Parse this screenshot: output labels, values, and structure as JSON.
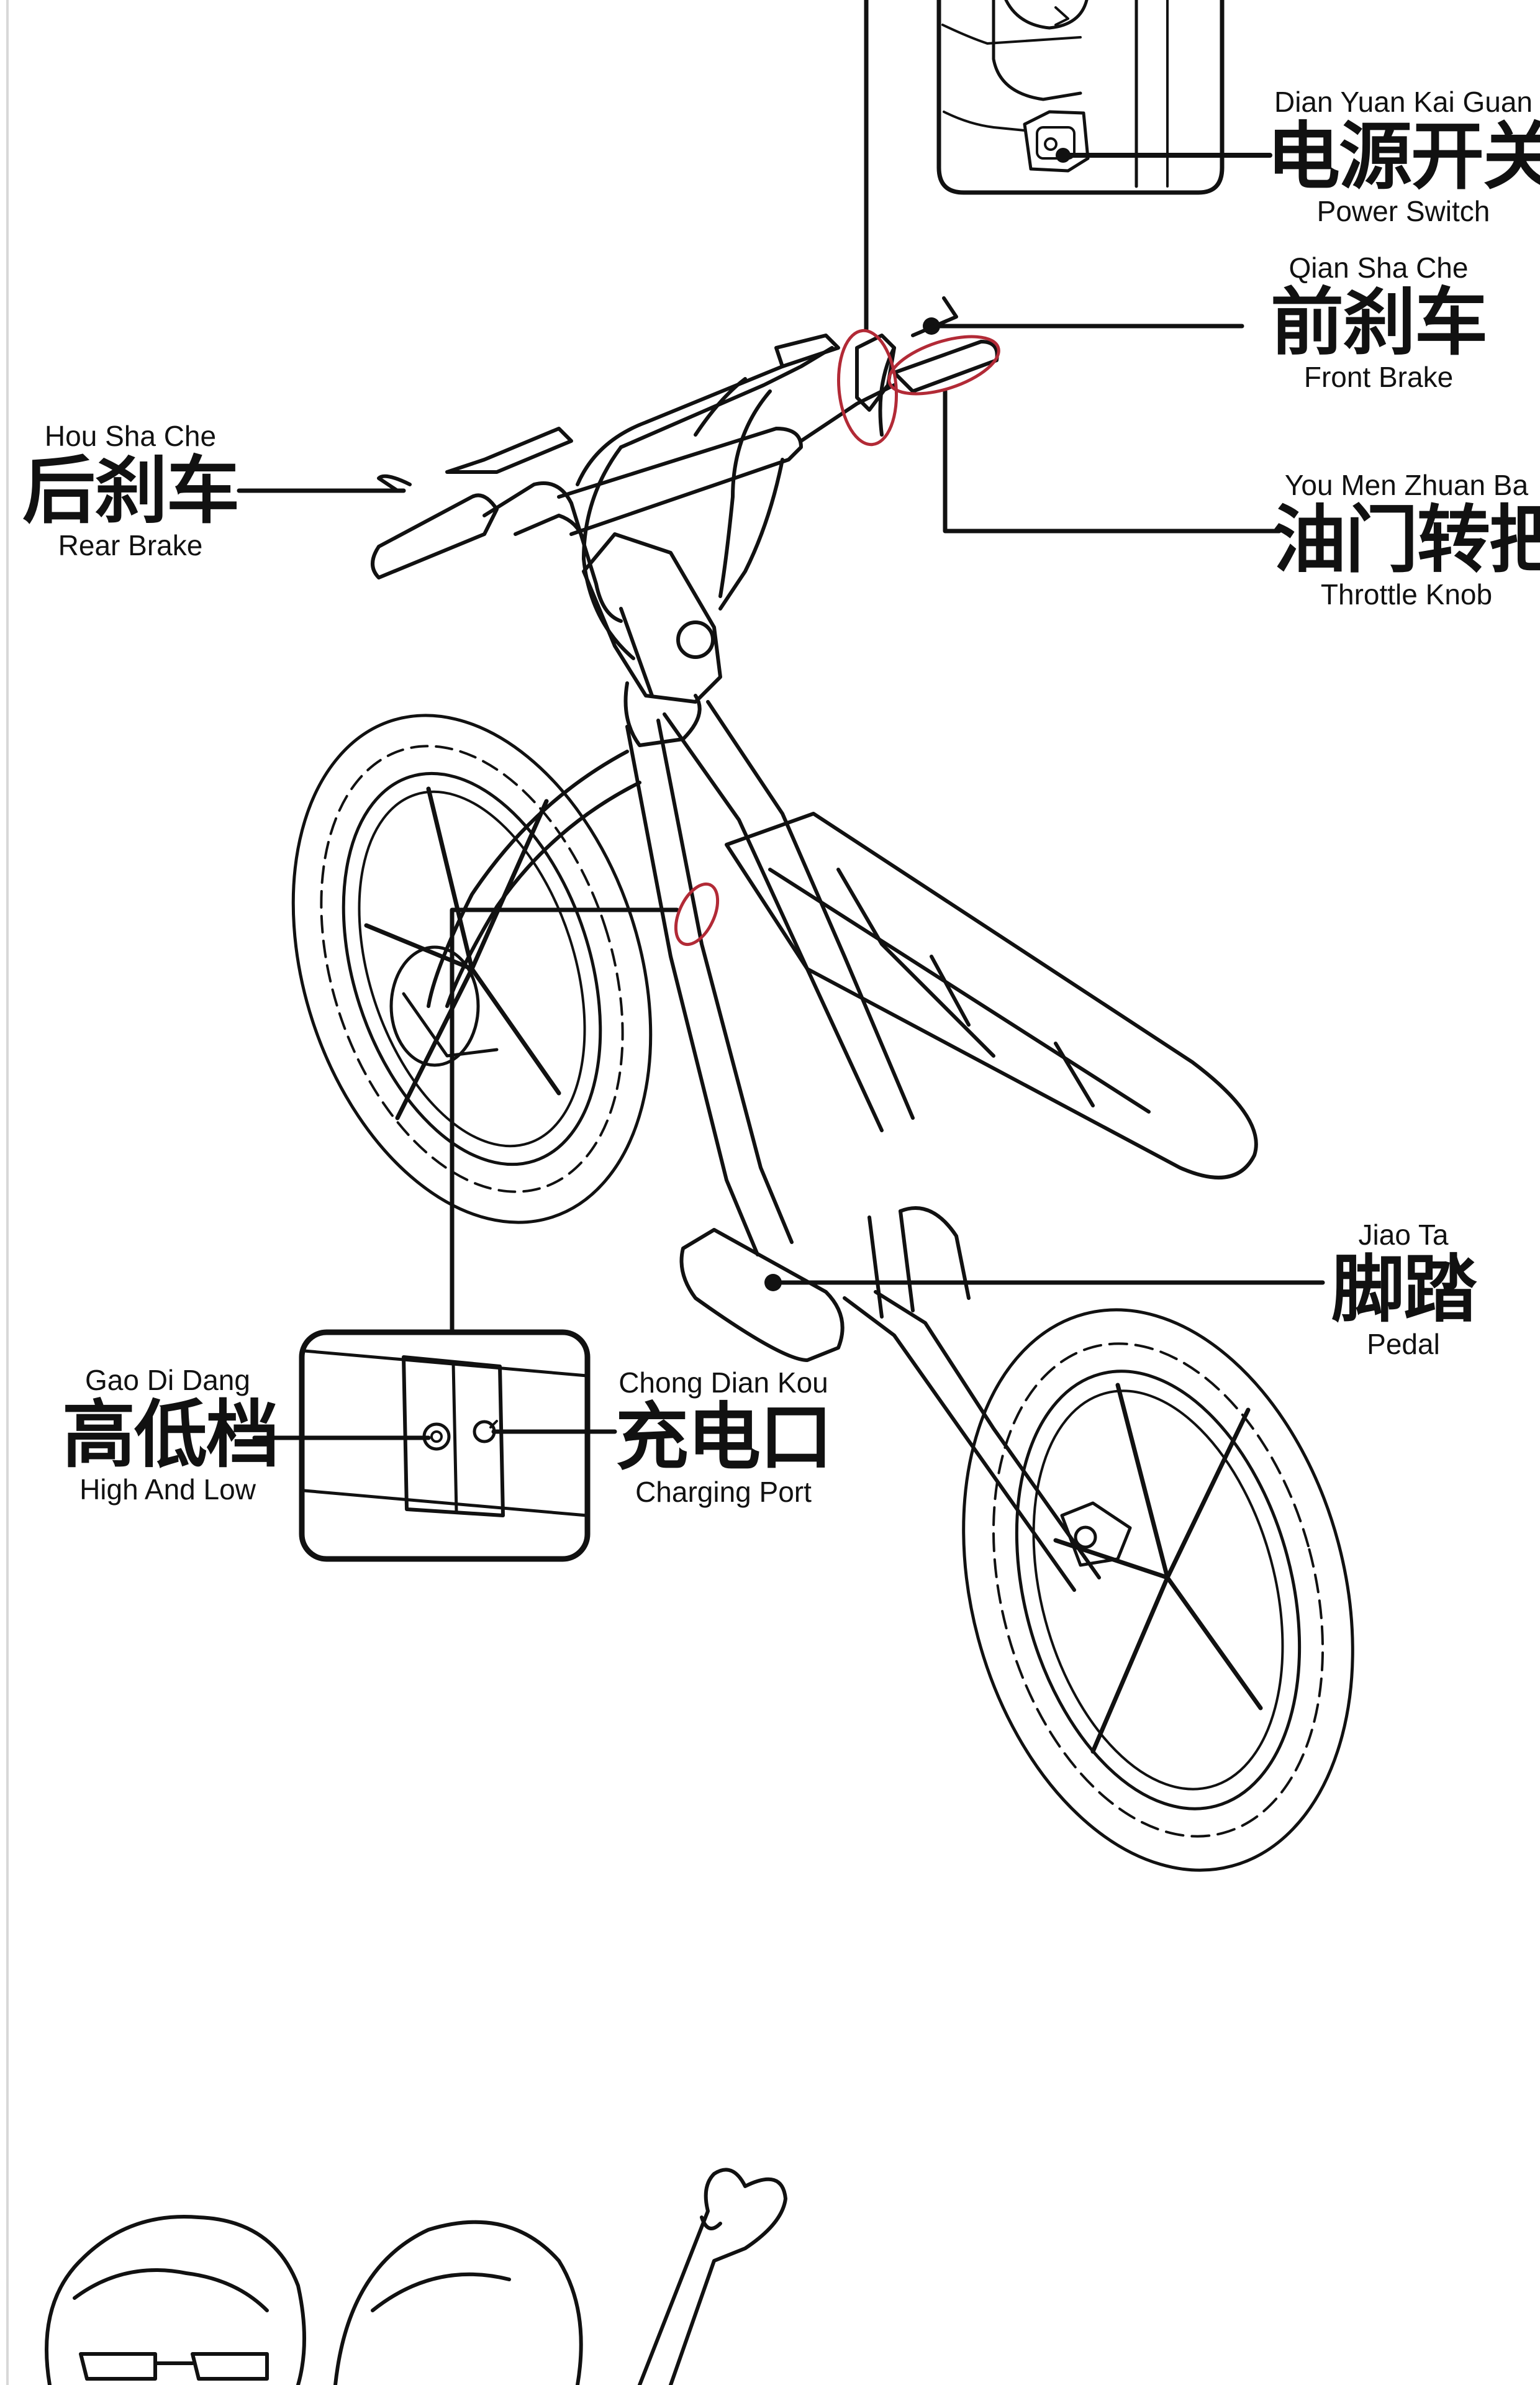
{
  "labels": {
    "power_switch": {
      "pinyin": "Dian Yuan Kai Guan",
      "chinese": "电源开关",
      "english": "Power Switch"
    },
    "front_brake": {
      "pinyin": "Qian Sha  Che",
      "chinese": "前刹车",
      "english": "Front Brake"
    },
    "rear_brake": {
      "pinyin": "Hou  Sha   Che",
      "chinese": "后刹车",
      "english": "Rear Brake"
    },
    "throttle_knob": {
      "pinyin": "You Men Zhuan Ba",
      "chinese": "油门转把",
      "english": "Throttle Knob"
    },
    "pedal": {
      "pinyin": "Jiao Ta",
      "chinese": "脚踏",
      "english": "Pedal"
    },
    "high_and_low": {
      "pinyin": "Gao  Di  Dang",
      "chinese": "高低档",
      "english": "High And Low"
    },
    "charging_port": {
      "pinyin": "Chong Dian Kou",
      "chinese": "充电口",
      "english": "Charging Port"
    }
  },
  "colors": {
    "line": "#111111",
    "highlight": "#b22a36",
    "background": "#ffffff"
  }
}
